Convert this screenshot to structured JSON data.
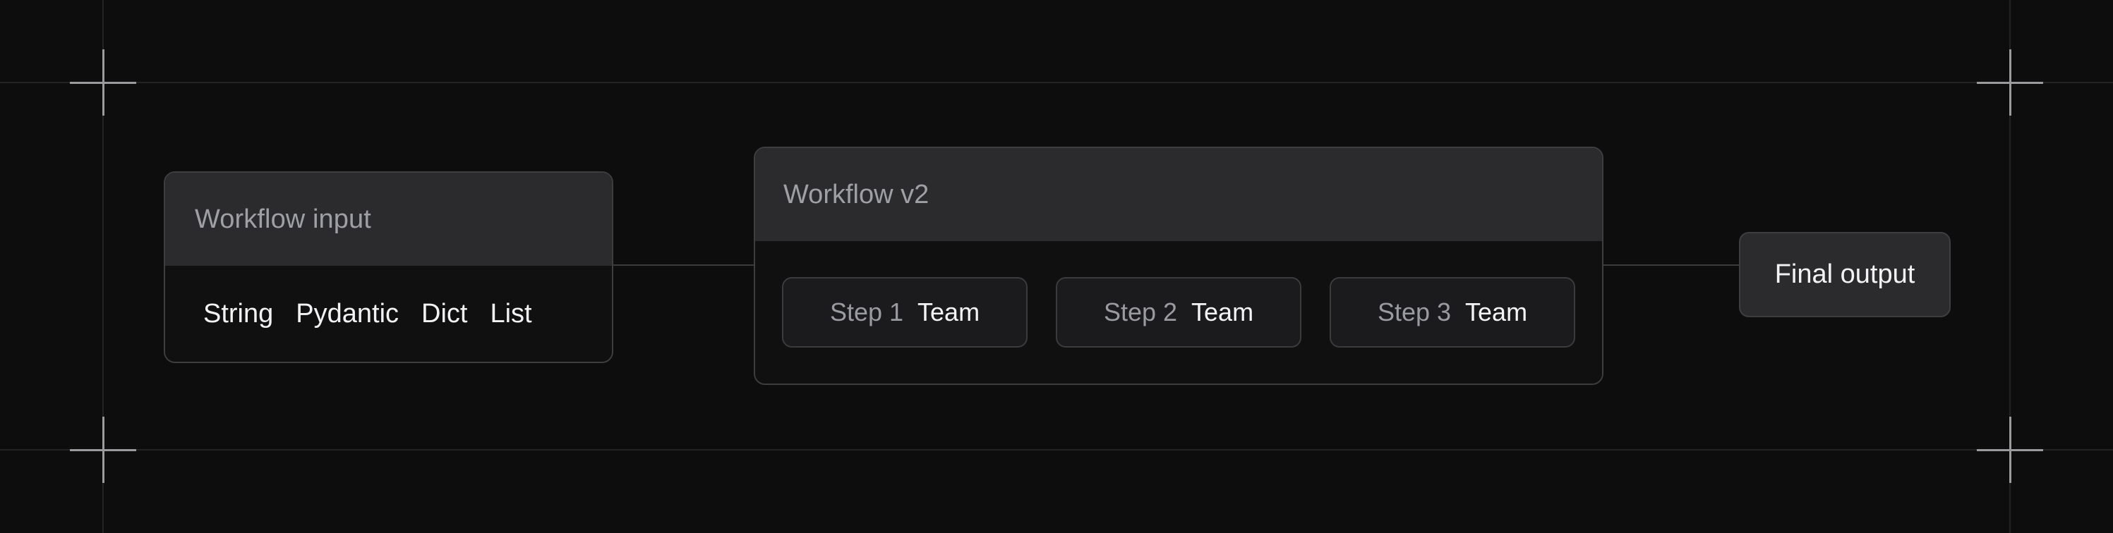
{
  "canvas": {
    "background_color": "#0d0d0e",
    "grid_color": "#232325",
    "crosshair_color": "#9b9b9e",
    "edge_color": "#3a3a3d"
  },
  "nodes": {
    "workflow_input": {
      "title": "Workflow input",
      "types": [
        {
          "label": "String"
        },
        {
          "label": "Pydantic"
        },
        {
          "label": "Dict"
        },
        {
          "label": "List"
        }
      ]
    },
    "workflow_v2": {
      "title": "Workflow v2",
      "steps": [
        {
          "label": "Step 1",
          "kind": "Team"
        },
        {
          "label": "Step 2",
          "kind": "Team"
        },
        {
          "label": "Step 3",
          "kind": "Team"
        }
      ]
    },
    "final_output": {
      "title": "Final output"
    }
  }
}
